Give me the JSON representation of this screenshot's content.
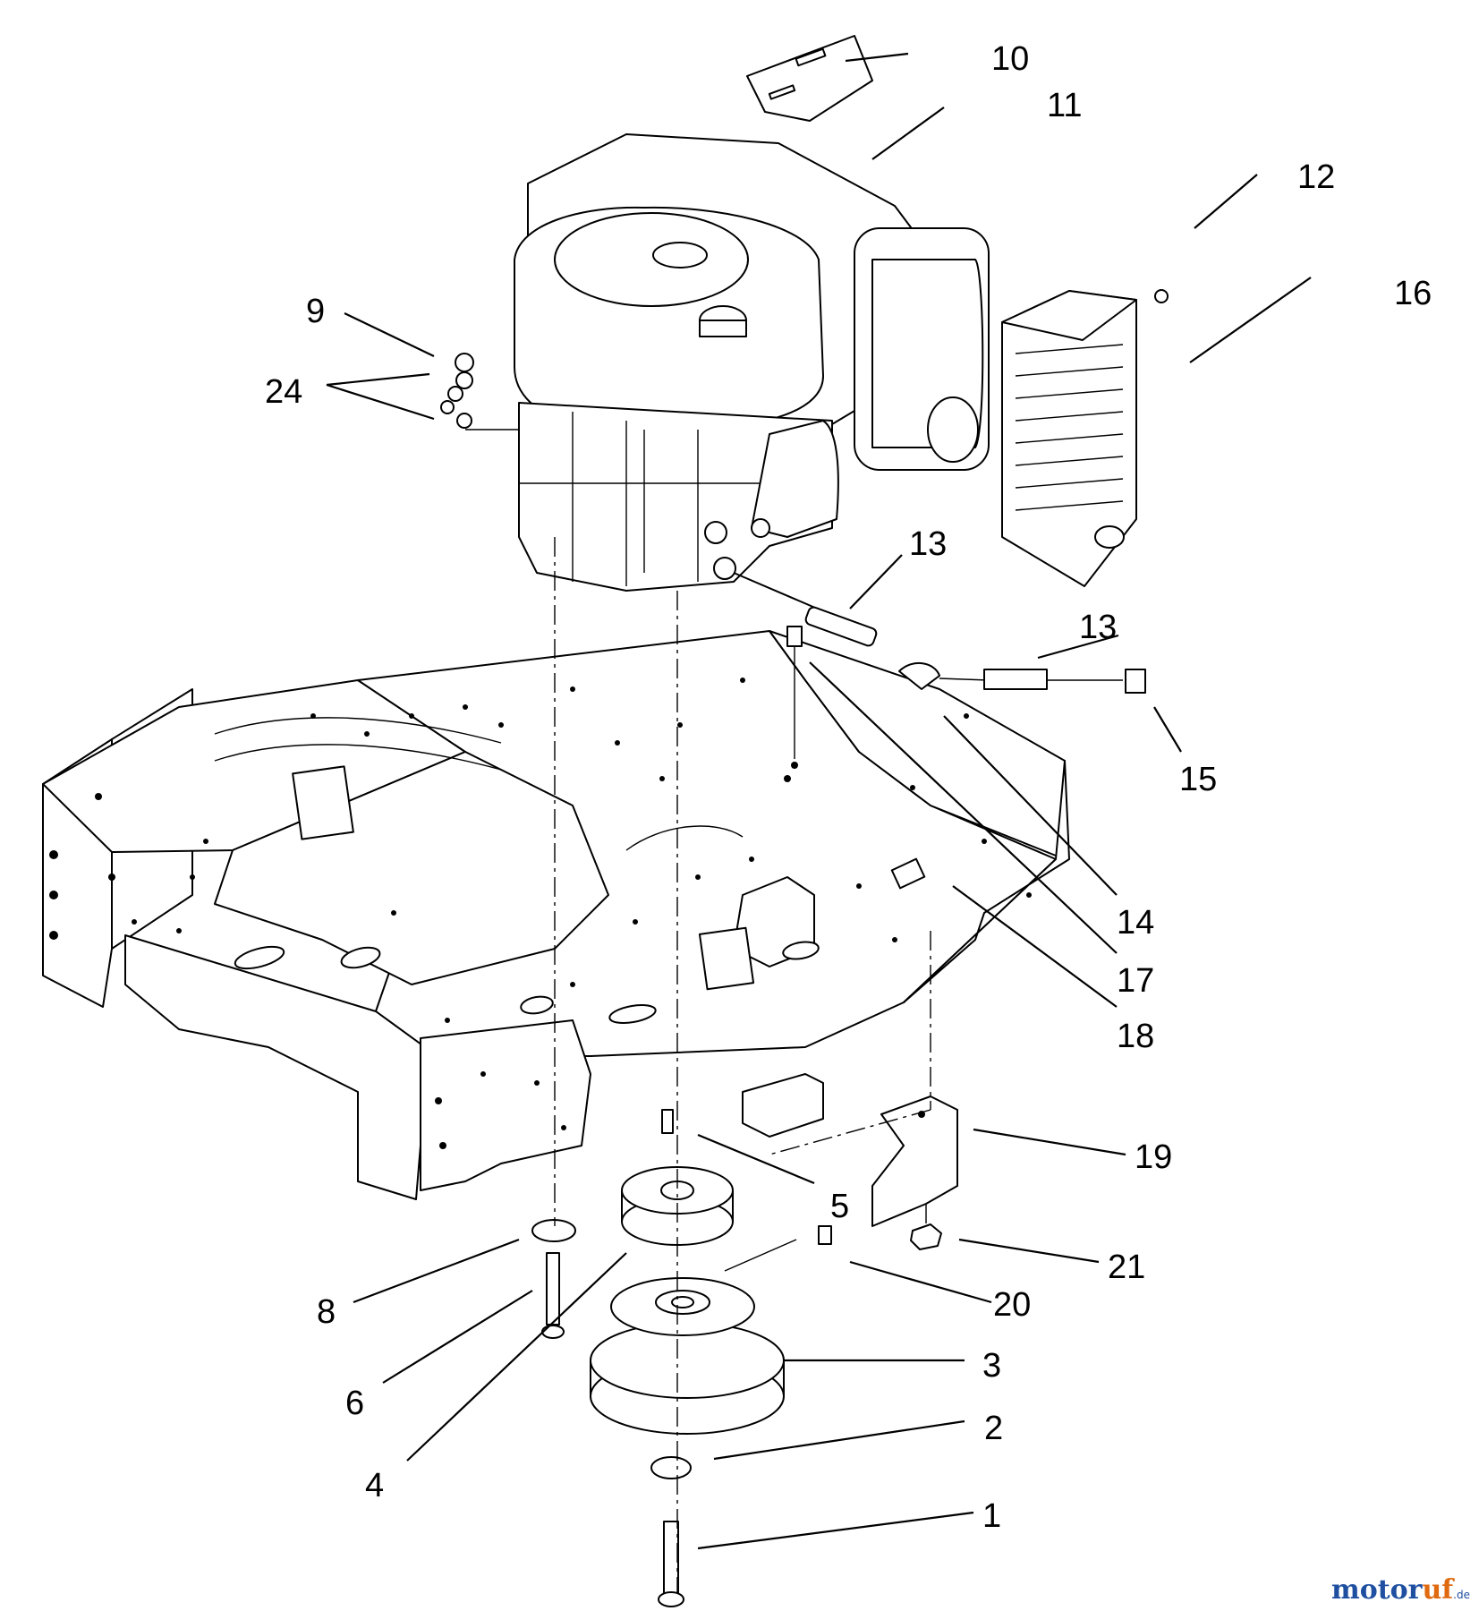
{
  "callouts": [
    {
      "id": "10",
      "text": "10"
    },
    {
      "id": "11",
      "text": "11"
    },
    {
      "id": "12",
      "text": "12"
    },
    {
      "id": "16",
      "text": "16"
    },
    {
      "id": "9",
      "text": "9"
    },
    {
      "id": "24",
      "text": "24"
    },
    {
      "id": "13a",
      "text": "13"
    },
    {
      "id": "13b",
      "text": "13"
    },
    {
      "id": "15",
      "text": "15"
    },
    {
      "id": "14",
      "text": "14"
    },
    {
      "id": "17",
      "text": "17"
    },
    {
      "id": "18",
      "text": "18"
    },
    {
      "id": "19",
      "text": "19"
    },
    {
      "id": "5",
      "text": "5"
    },
    {
      "id": "21",
      "text": "21"
    },
    {
      "id": "20",
      "text": "20"
    },
    {
      "id": "8",
      "text": "8"
    },
    {
      "id": "3",
      "text": "3"
    },
    {
      "id": "6",
      "text": "6"
    },
    {
      "id": "2",
      "text": "2"
    },
    {
      "id": "4",
      "text": "4"
    },
    {
      "id": "1",
      "text": "1"
    }
  ],
  "watermark": {
    "main": "motor",
    "accent": "uf",
    "suffix": ".de"
  }
}
